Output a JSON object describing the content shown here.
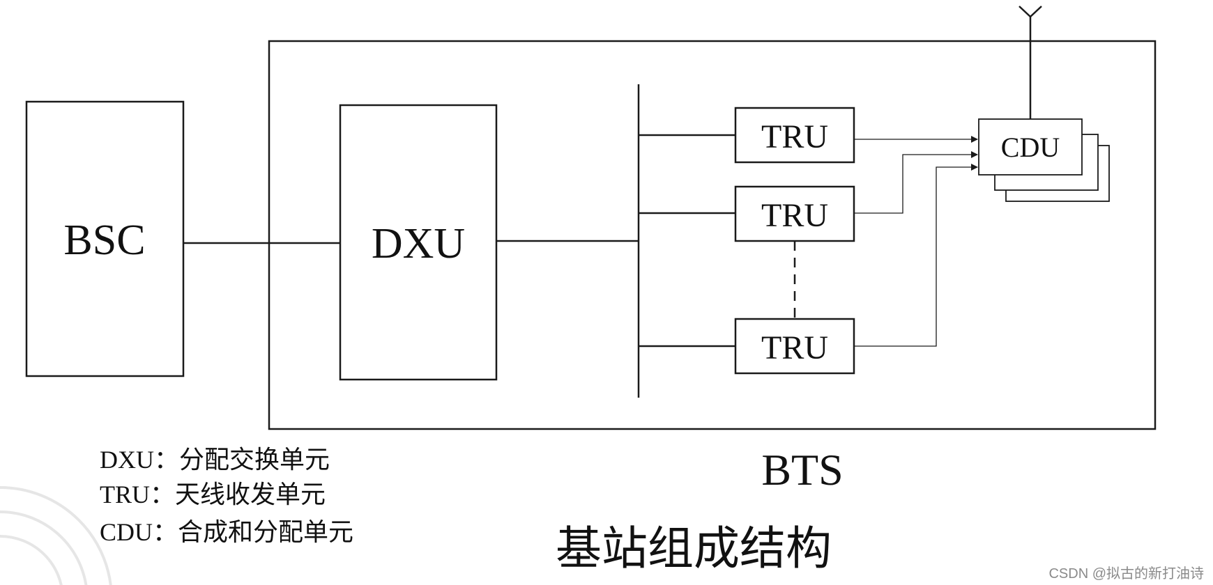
{
  "diagram": {
    "bsc_label": "BSC",
    "dxu_label": "DXU",
    "tru_labels": [
      "TRU",
      "TRU",
      "TRU"
    ],
    "cdu_label": "CDU",
    "bts_label": "BTS",
    "title": "基站组成结构"
  },
  "legend": [
    {
      "abbr": "DXU：",
      "desc": "分配交换单元"
    },
    {
      "abbr": "TRU：",
      "desc": "天线收发单元"
    },
    {
      "abbr": "CDU：",
      "desc": "合成和分配单元"
    }
  ],
  "watermark": "CSDN @拟古的新打油诗",
  "colors": {
    "line": "#1a1a1a",
    "text": "#111111",
    "watermark": "#8a8a8a",
    "background": "#ffffff"
  }
}
